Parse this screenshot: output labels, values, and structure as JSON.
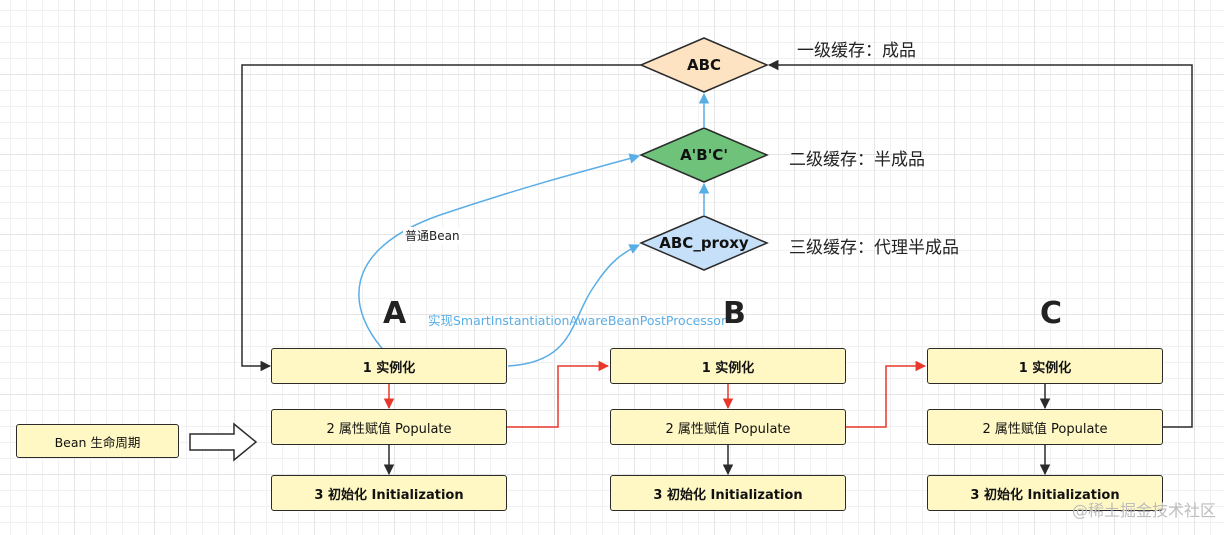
{
  "diagram": {
    "diamonds": {
      "level1": {
        "label": "ABC",
        "fill": "#fde3c2"
      },
      "level2": {
        "label": "A'B'C'",
        "fill": "#6ec27a"
      },
      "level3": {
        "label": "ABC_proxy",
        "fill": "#c5e0f8"
      }
    },
    "cache_labels": {
      "level1": "一级缓存：成品",
      "level2": "二级缓存：半成品",
      "level3": "三级缓存：代理半成品"
    },
    "bean_lifecycle_label": "Bean 生命周期",
    "groups": [
      {
        "name": "A",
        "step1": "1 实例化",
        "step2": "2 属性赋值 Populate",
        "step3": "3 初始化 Initialization"
      },
      {
        "name": "B",
        "step1": "1 实例化",
        "step2": "2 属性赋值 Populate",
        "step3": "3 初始化 Initialization"
      },
      {
        "name": "C",
        "step1": "1 实例化",
        "step2": "2 属性赋值 Populate",
        "step3": "3 初始化 Initialization"
      }
    ],
    "edge_labels": {
      "normal_bean": "普通Bean",
      "smart_processor": "实现SmartInstantiationAwareBeanPostProcessor"
    },
    "colors": {
      "box_fill": "#fff8c4",
      "red_arrow": "#e8382c",
      "blue_arrow": "#5aaee6",
      "black_arrow": "#2b2b2b"
    },
    "watermark": "@稀土掘金技术社区"
  }
}
